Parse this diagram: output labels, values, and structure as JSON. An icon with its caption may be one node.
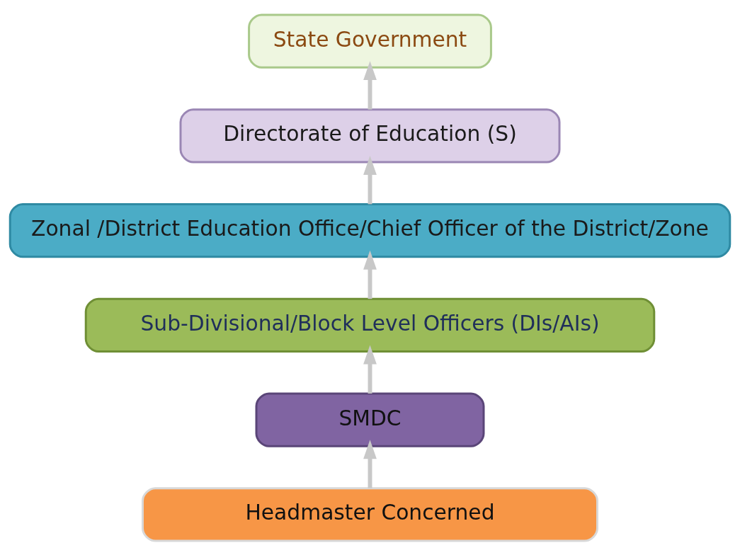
{
  "diagram": {
    "nodes": [
      {
        "text": [
          "State Government"
        ]
      },
      {
        "text": [
          "Directorate of Education (S)"
        ]
      },
      {
        "text": [
          "Zonal /District Education Office/Chief Officer of the District/Zone"
        ]
      },
      {
        "text": [
          "Sub-Divisional/Block Level Officers (DIs/AIs)"
        ]
      },
      {
        "text": [
          "SMDC"
        ]
      },
      {
        "text": [
          "Headmaster Concerned"
        ]
      }
    ],
    "edges": [
      {
        "from": 5,
        "to": 4,
        "arrow": "to"
      },
      {
        "from": 4,
        "to": 3,
        "arrow": "to"
      },
      {
        "from": 3,
        "to": 2,
        "arrow": "to"
      },
      {
        "from": 2,
        "to": 1,
        "arrow": "to"
      },
      {
        "from": 1,
        "to": 0,
        "arrow": "to"
      }
    ]
  }
}
